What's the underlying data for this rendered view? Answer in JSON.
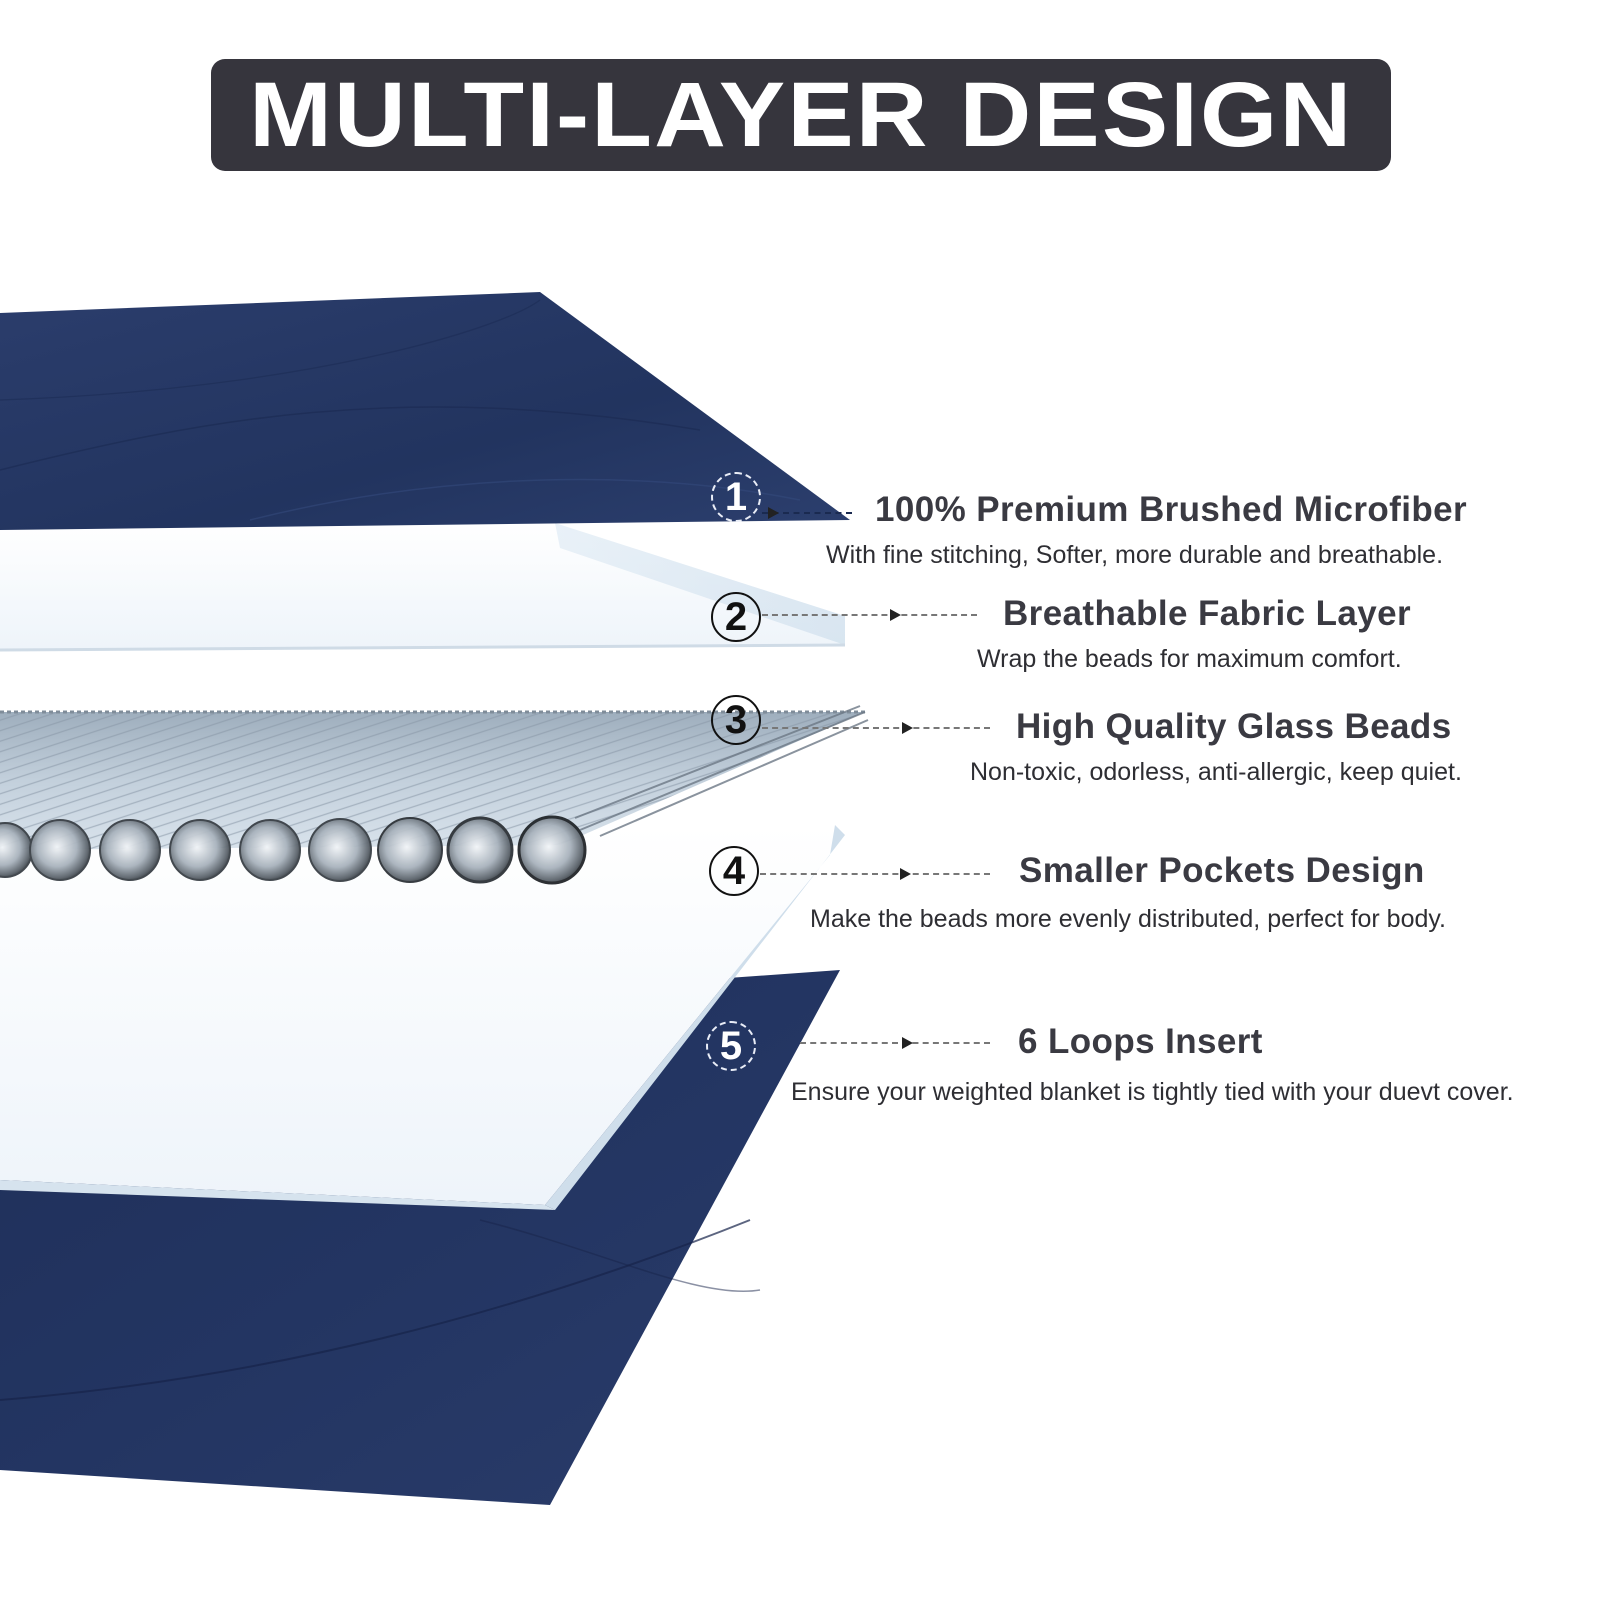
{
  "header": {
    "title": "MULTI-LAYER DESIGN"
  },
  "colors": {
    "banner_bg": "#36353d",
    "navy": "#263863",
    "navy_dark": "#1d2c55",
    "white_layer": "#f4f8fc",
    "text_dark": "#3a3a42"
  },
  "layers": [
    {
      "number": "1",
      "title": "100% Premium Brushed Microfiber",
      "description": "With fine stitching, Softer, more durable and breathable."
    },
    {
      "number": "2",
      "title": "Breathable Fabric Layer",
      "description": "Wrap the beads for maximum comfort."
    },
    {
      "number": "3",
      "title": "High Quality Glass Beads",
      "description": "Non-toxic, odorless, anti-allergic, keep quiet."
    },
    {
      "number": "4",
      "title": "Smaller Pockets Design",
      "description": "Make the beads more evenly distributed, perfect for body."
    },
    {
      "number": "5",
      "title": "6 Loops Insert",
      "description": "Ensure your weighted blanket is tightly tied with your duevt cover."
    }
  ]
}
